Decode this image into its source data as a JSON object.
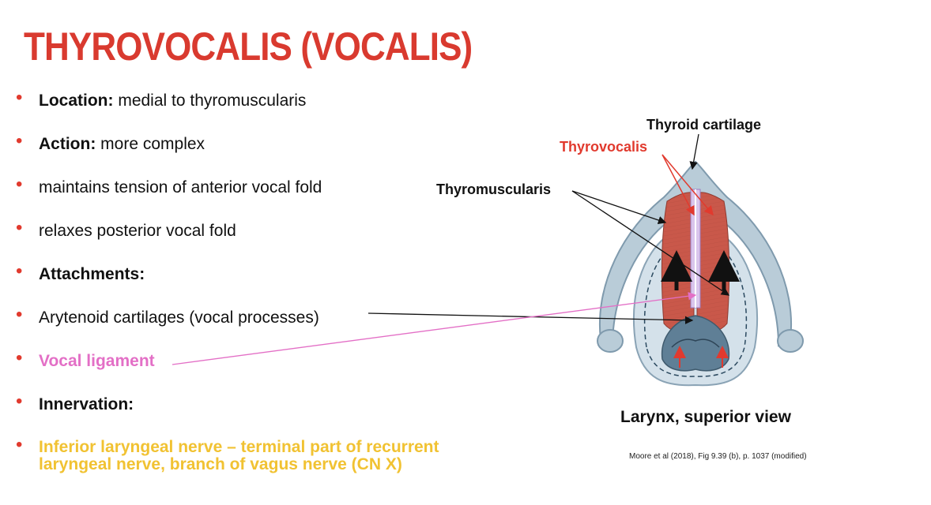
{
  "title": "THYROVOCALIS (VOCALIS)",
  "bullets": [
    {
      "label": "Location:",
      "text": " medial to thyromuscularis"
    },
    {
      "label": "Action:",
      "text": " more complex"
    },
    {
      "label": "",
      "text": "maintains tension of anterior vocal fold"
    },
    {
      "label": "",
      "text": "relaxes posterior vocal fold"
    },
    {
      "label": "Attachments:",
      "text": ""
    },
    {
      "label": "",
      "text": "Arytenoid cartilages (vocal processes)"
    },
    {
      "label": "Vocal ligament",
      "text": ""
    },
    {
      "label": "Innervation:",
      "text": ""
    },
    {
      "label": "Inferior laryngeal nerve – terminal part of recurrent laryngeal nerve, branch of vagus nerve (CN X)",
      "text": ""
    }
  ],
  "figure": {
    "labels": {
      "thyroid_cartilage": "Thyroid cartilage",
      "thyrovocalis": "Thyrovocalis",
      "thyromuscularis": "Thyromuscularis"
    },
    "caption": "Larynx, superior view",
    "citation": "Moore et al (2018), Fig 9.39 (b), p. 1037 (modified)"
  },
  "colors": {
    "title": "#d93a2f",
    "bullet": "#e13a2e",
    "vocal_ligament": "#e36fc6",
    "innervation": "#f1c232",
    "muscle": "#c9584a",
    "cartilage": "#b9ccd8"
  }
}
